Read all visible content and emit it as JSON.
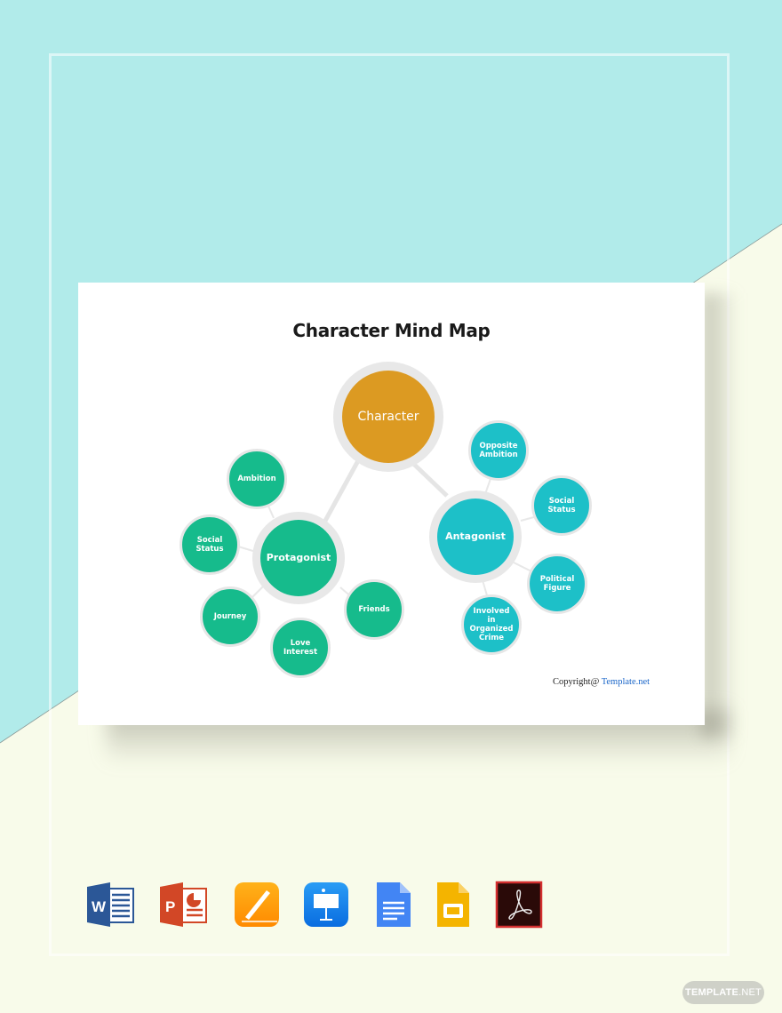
{
  "background": {
    "top_color": "#b1ebea",
    "bottom_color": "#f8fbea"
  },
  "document": {
    "title": "Character Mind Map",
    "copyright_prefix": "Copyright@ ",
    "copyright_link": "Template.net"
  },
  "mind_map": {
    "root": {
      "label": "Character",
      "color": "#dc9a22"
    },
    "branches": [
      {
        "label": "Protagonist",
        "color": "#16bb8c",
        "children": [
          "Ambition",
          "Social Status",
          "Journey",
          "Love Interest",
          "Friends"
        ]
      },
      {
        "label": "Antagonist",
        "color": "#1dc0c8",
        "children": [
          "Opposite Ambition",
          "Social Status",
          "Political Figure",
          "Involved in Organized Crime"
        ]
      }
    ]
  },
  "nodes": {
    "root": "Character",
    "protagonist": "Protagonist",
    "antagonist": "Antagonist",
    "p_ambition": "Ambition",
    "p_social": "Social Status",
    "p_journey": "Journey",
    "p_love": "Love Interest",
    "p_friends": "Friends",
    "a_opposite": "Opposite Ambition",
    "a_social": "Social Status",
    "a_political": "Political Figure",
    "a_crime": "Involved in Organized Crime"
  },
  "formats": [
    {
      "name": "Microsoft Word",
      "icon": "word-icon"
    },
    {
      "name": "Microsoft PowerPoint",
      "icon": "powerpoint-icon"
    },
    {
      "name": "Apple Pages",
      "icon": "pages-icon"
    },
    {
      "name": "Apple Keynote",
      "icon": "keynote-icon"
    },
    {
      "name": "Google Docs",
      "icon": "google-docs-icon"
    },
    {
      "name": "Google Slides",
      "icon": "google-slides-icon"
    },
    {
      "name": "Adobe PDF",
      "icon": "adobe-pdf-icon"
    }
  ],
  "watermark": {
    "bold": "TEMPLATE",
    "thin": ".NET"
  }
}
